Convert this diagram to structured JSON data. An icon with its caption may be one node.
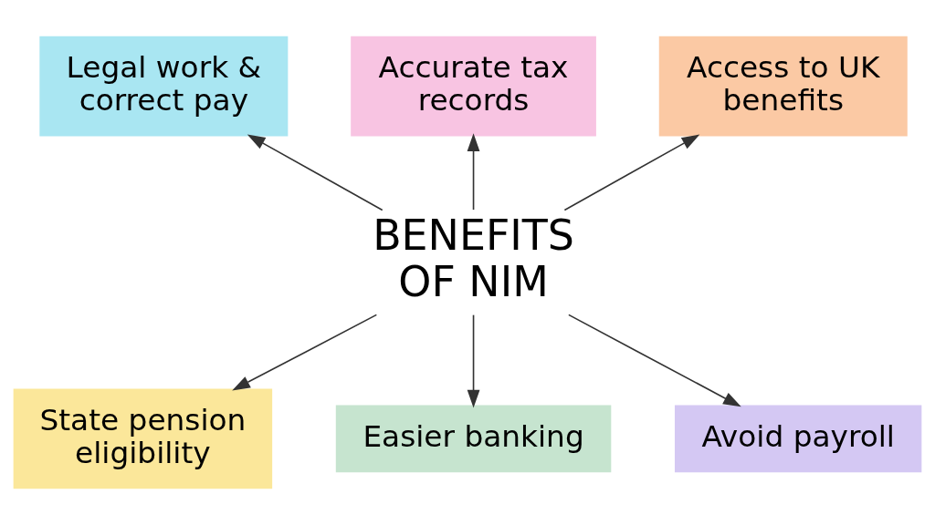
{
  "diagram": {
    "nodes": [
      {
        "text": [
          "BENEFITS OF NIM"
        ]
      },
      {
        "text": [
          "Legal work & correct pay"
        ]
      },
      {
        "text": [
          "Accurate tax records"
        ]
      },
      {
        "text": [
          "Access to UK benefits"
        ]
      },
      {
        "text": [
          "State pension eligibility"
        ]
      },
      {
        "text": [
          "Easier banking"
        ]
      },
      {
        "text": [
          "Avoid payroll"
        ]
      }
    ],
    "edges": [
      {
        "from": 0,
        "to": 1,
        "arrow": "to"
      },
      {
        "from": 0,
        "to": 2,
        "arrow": "to"
      },
      {
        "from": 0,
        "to": 3,
        "arrow": "to"
      },
      {
        "from": 0,
        "to": 4,
        "arrow": "to"
      },
      {
        "from": 0,
        "to": 5,
        "arrow": "to"
      },
      {
        "from": 0,
        "to": 6,
        "arrow": "to"
      }
    ]
  }
}
